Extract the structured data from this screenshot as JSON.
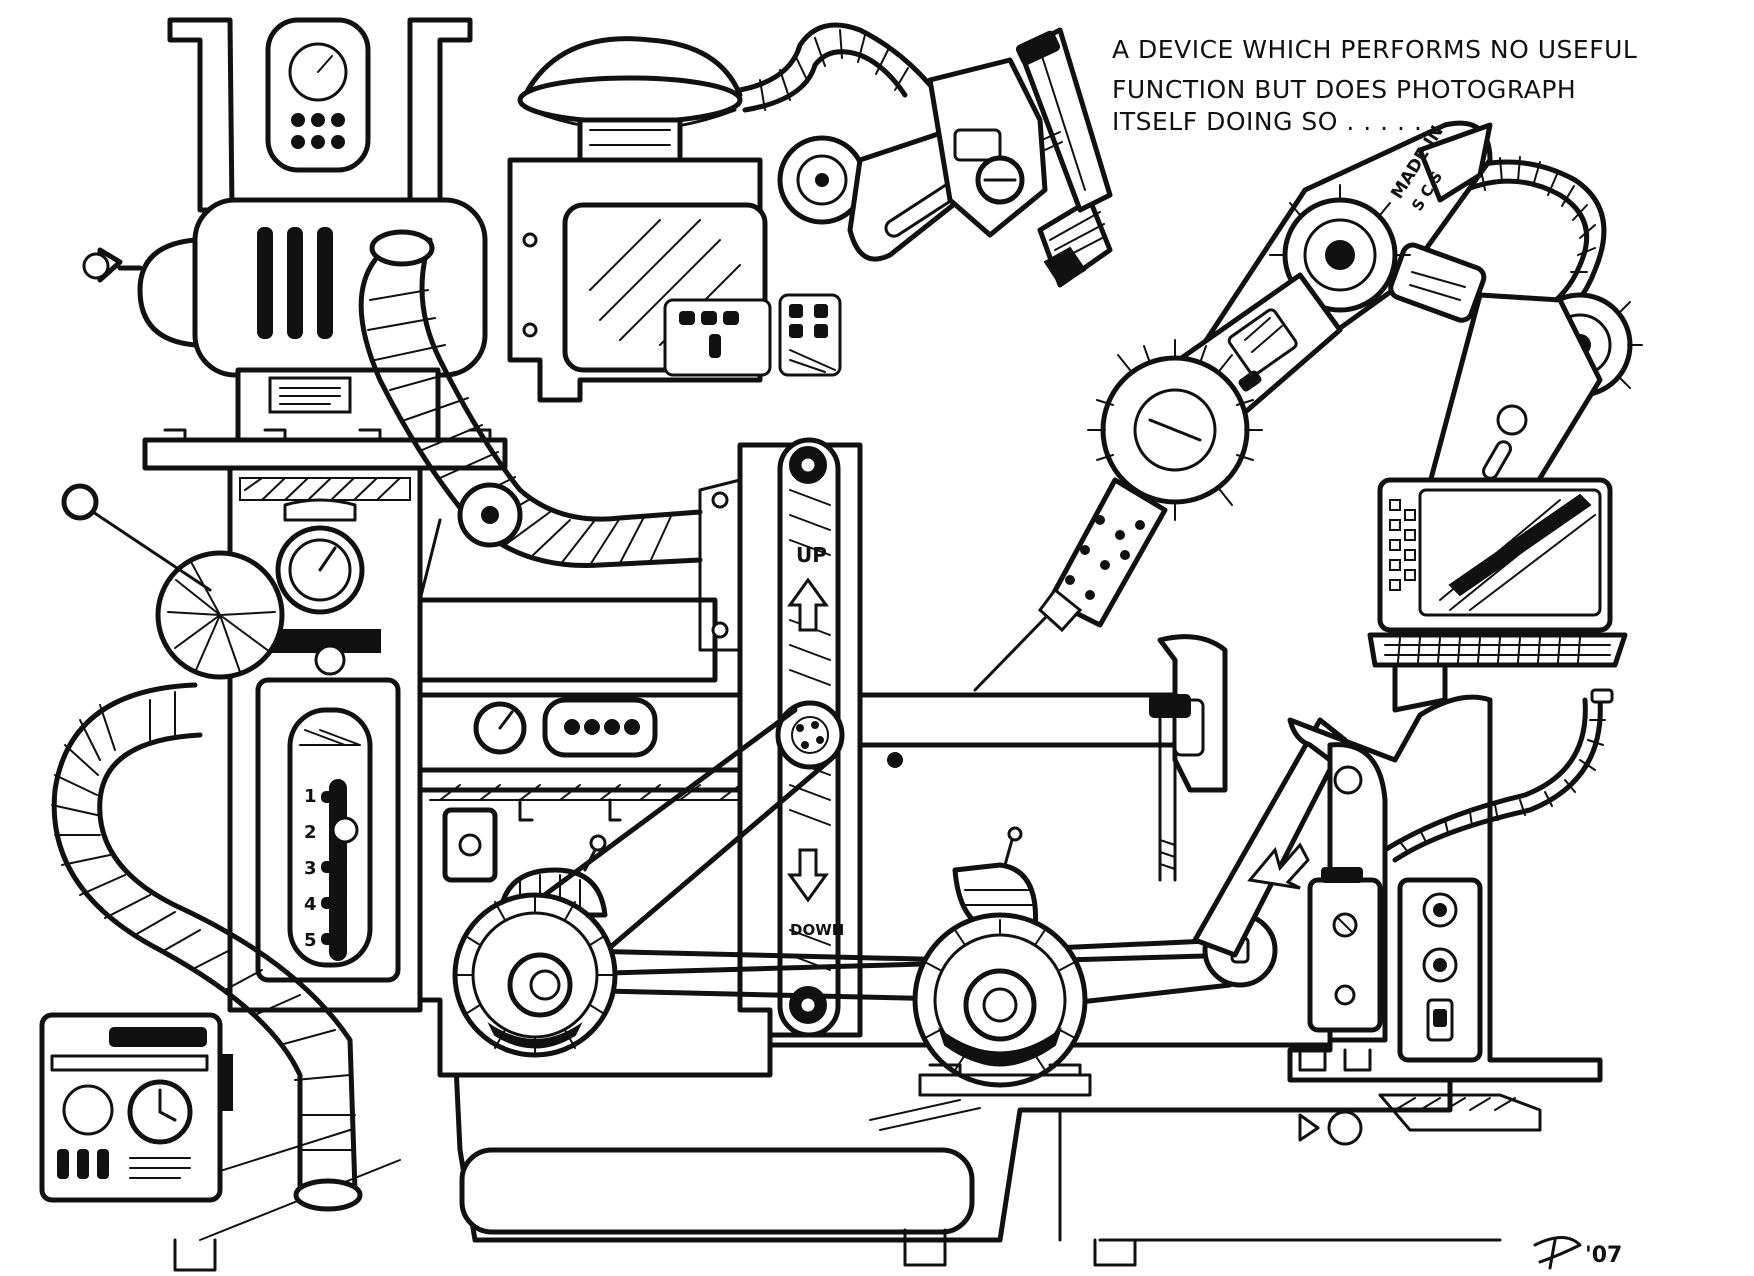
{
  "caption": {
    "line1": "A DEVICE WHICH PERFORMS NO USEFUL",
    "line2": "FUNCTION BUT DOES PHOTOGRAPH",
    "line3": "ITSELF DOING SO . . . . ."
  },
  "elevator": {
    "up_label": "UP",
    "down_label": "DOWN"
  },
  "arm_badge": {
    "line1": "MADE IN",
    "line2": "S C S"
  },
  "gear_scale": [
    "1",
    "2",
    "3",
    "4",
    "5"
  ],
  "signature": "'07"
}
